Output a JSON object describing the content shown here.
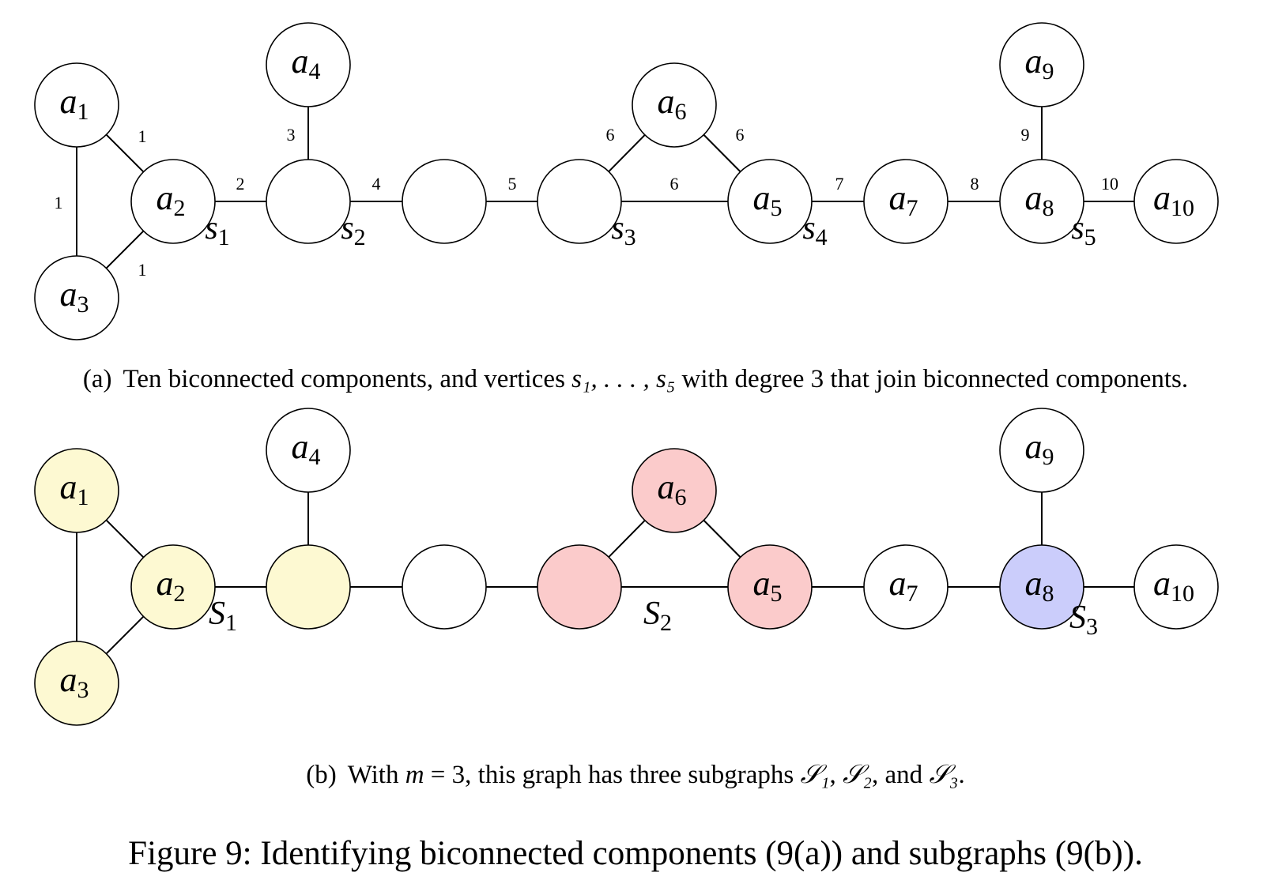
{
  "panel_a": {
    "nodes": [
      {
        "id": "a1",
        "letter": "a",
        "sub": "1"
      },
      {
        "id": "a2",
        "letter": "a",
        "sub": "2"
      },
      {
        "id": "a3",
        "letter": "a",
        "sub": "3"
      },
      {
        "id": "n1",
        "letter": "",
        "sub": ""
      },
      {
        "id": "a4",
        "letter": "a",
        "sub": "4"
      },
      {
        "id": "n2",
        "letter": "",
        "sub": ""
      },
      {
        "id": "n3",
        "letter": "",
        "sub": ""
      },
      {
        "id": "a6",
        "letter": "a",
        "sub": "6"
      },
      {
        "id": "a5",
        "letter": "a",
        "sub": "5"
      },
      {
        "id": "a7",
        "letter": "a",
        "sub": "7"
      },
      {
        "id": "a8",
        "letter": "a",
        "sub": "8"
      },
      {
        "id": "a9",
        "letter": "a",
        "sub": "9"
      },
      {
        "id": "a10",
        "letter": "a",
        "sub": "10"
      }
    ],
    "edges": [
      {
        "from": "a1",
        "to": "a2",
        "weight": "1"
      },
      {
        "from": "a1",
        "to": "a3",
        "weight": "1"
      },
      {
        "from": "a2",
        "to": "a3",
        "weight": "1"
      },
      {
        "from": "a2",
        "to": "n1",
        "weight": "2"
      },
      {
        "from": "n1",
        "to": "a4",
        "weight": "3"
      },
      {
        "from": "n1",
        "to": "n2",
        "weight": "4"
      },
      {
        "from": "n2",
        "to": "n3",
        "weight": "5"
      },
      {
        "from": "n3",
        "to": "a6",
        "weight": "6"
      },
      {
        "from": "a6",
        "to": "a5",
        "weight": "6"
      },
      {
        "from": "n3",
        "to": "a5",
        "weight": "6"
      },
      {
        "from": "a5",
        "to": "a7",
        "weight": "7"
      },
      {
        "from": "a7",
        "to": "a8",
        "weight": "8"
      },
      {
        "from": "a8",
        "to": "a9",
        "weight": "9"
      },
      {
        "from": "a8",
        "to": "a10",
        "weight": "10"
      }
    ],
    "separators": [
      {
        "letter": "s",
        "sub": "1"
      },
      {
        "letter": "s",
        "sub": "2"
      },
      {
        "letter": "s",
        "sub": "3"
      },
      {
        "letter": "s",
        "sub": "4"
      },
      {
        "letter": "s",
        "sub": "5"
      }
    ],
    "caption": {
      "tag": "(a)",
      "text_before": "Ten biconnected components, and vertices ",
      "math": "s₁, . . . , s₅",
      "text_after": " with degree 3 that join biconnected components."
    }
  },
  "panel_b": {
    "colors": {
      "S1": "#fdf9d2",
      "S2": "#fbcbcb",
      "S3": "#cbcdfb",
      "none": "#ffffff"
    },
    "node_colors": {
      "a1": "S1",
      "a2": "S1",
      "a3": "S1",
      "n1": "S1",
      "a4": "none",
      "n2": "none",
      "n3": "S2",
      "a6": "S2",
      "a5": "S2",
      "a7": "none",
      "a8": "S3",
      "a9": "none",
      "a10": "none"
    },
    "subgraph_labels": [
      {
        "letter": "S",
        "sub": "1"
      },
      {
        "letter": "S",
        "sub": "2"
      },
      {
        "letter": "S",
        "sub": "3"
      }
    ],
    "caption": {
      "tag": "(b)",
      "text_1": "With ",
      "math": "m",
      "text_2": " = 3, this graph has three subgraphs ",
      "s1": "𝒮₁",
      "sep1": ", ",
      "s2": "𝒮₂",
      "sep2": ", and ",
      "s3": "𝒮₃",
      "text_3": "."
    }
  },
  "figure_caption": "Figure 9: Identifying biconnected components (9(a)) and subgraphs (9(b))."
}
